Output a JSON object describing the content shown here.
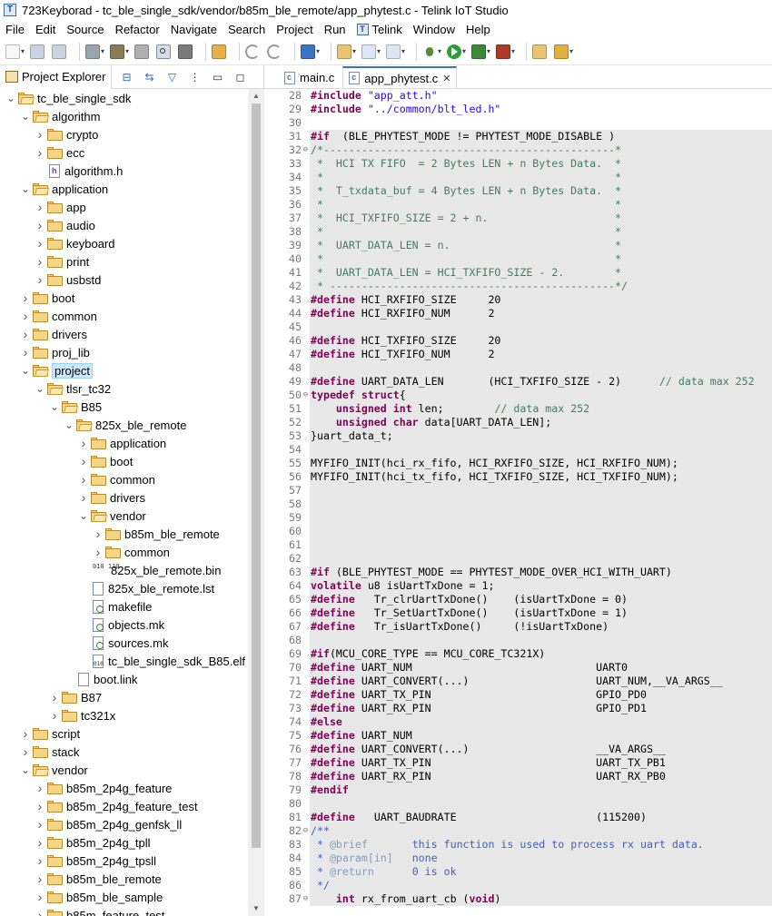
{
  "window": {
    "title": "723Keyborad - tc_ble_single_sdk/vendor/b85m_ble_remote/app_phytest.c - Telink IoT Studio"
  },
  "menu": [
    "File",
    "Edit",
    "Source",
    "Refactor",
    "Navigate",
    "Search",
    "Project",
    "Run",
    "Telink",
    "Window",
    "Help"
  ],
  "explorer": {
    "tab_label": "Project Explorer",
    "tree": [
      {
        "depth": 0,
        "tw": "v",
        "kind": "project",
        "label": "tc_ble_single_sdk"
      },
      {
        "depth": 1,
        "tw": "v",
        "kind": "folder",
        "label": "algorithm"
      },
      {
        "depth": 2,
        "tw": ">",
        "kind": "folder",
        "label": "crypto"
      },
      {
        "depth": 2,
        "tw": ">",
        "kind": "folder",
        "label": "ecc"
      },
      {
        "depth": 2,
        "tw": "",
        "kind": "h",
        "label": "algorithm.h"
      },
      {
        "depth": 1,
        "tw": "v",
        "kind": "folder",
        "label": "application"
      },
      {
        "depth": 2,
        "tw": ">",
        "kind": "folder",
        "label": "app"
      },
      {
        "depth": 2,
        "tw": ">",
        "kind": "folder",
        "label": "audio"
      },
      {
        "depth": 2,
        "tw": ">",
        "kind": "folder",
        "label": "keyboard"
      },
      {
        "depth": 2,
        "tw": ">",
        "kind": "folder",
        "label": "print"
      },
      {
        "depth": 2,
        "tw": ">",
        "kind": "folder",
        "label": "usbstd"
      },
      {
        "depth": 1,
        "tw": ">",
        "kind": "folder",
        "label": "boot"
      },
      {
        "depth": 1,
        "tw": ">",
        "kind": "folder",
        "label": "common"
      },
      {
        "depth": 1,
        "tw": ">",
        "kind": "folder",
        "label": "drivers"
      },
      {
        "depth": 1,
        "tw": ">",
        "kind": "folder",
        "label": "proj_lib"
      },
      {
        "depth": 1,
        "tw": "v",
        "kind": "folder",
        "label": "project",
        "selected": true
      },
      {
        "depth": 2,
        "tw": "v",
        "kind": "folder",
        "label": "tlsr_tc32"
      },
      {
        "depth": 3,
        "tw": "v",
        "kind": "folder",
        "label": "B85"
      },
      {
        "depth": 4,
        "tw": "v",
        "kind": "folder",
        "label": "825x_ble_remote"
      },
      {
        "depth": 5,
        "tw": ">",
        "kind": "folder",
        "label": "application"
      },
      {
        "depth": 5,
        "tw": ">",
        "kind": "folder",
        "label": "boot"
      },
      {
        "depth": 5,
        "tw": ">",
        "kind": "folder",
        "label": "common"
      },
      {
        "depth": 5,
        "tw": ">",
        "kind": "folder",
        "label": "drivers"
      },
      {
        "depth": 5,
        "tw": "v",
        "kind": "folder",
        "label": "vendor"
      },
      {
        "depth": 6,
        "tw": ">",
        "kind": "folder",
        "label": "b85m_ble_remote"
      },
      {
        "depth": 6,
        "tw": ">",
        "kind": "folder",
        "label": "common"
      },
      {
        "depth": 5,
        "tw": "",
        "kind": "bin",
        "label": "825x_ble_remote.bin"
      },
      {
        "depth": 5,
        "tw": "",
        "kind": "file",
        "label": "825x_ble_remote.lst"
      },
      {
        "depth": 5,
        "tw": "",
        "kind": "mk",
        "label": "makefile"
      },
      {
        "depth": 5,
        "tw": "",
        "kind": "mk",
        "label": "objects.mk"
      },
      {
        "depth": 5,
        "tw": "",
        "kind": "mk",
        "label": "sources.mk"
      },
      {
        "depth": 5,
        "tw": "",
        "kind": "elf",
        "label": "tc_ble_single_sdk_B85.elf"
      },
      {
        "depth": 4,
        "tw": "",
        "kind": "file",
        "label": "boot.link"
      },
      {
        "depth": 3,
        "tw": ">",
        "kind": "folder",
        "label": "B87"
      },
      {
        "depth": 3,
        "tw": ">",
        "kind": "folder",
        "label": "tc321x"
      },
      {
        "depth": 1,
        "tw": ">",
        "kind": "folder",
        "label": "script"
      },
      {
        "depth": 1,
        "tw": ">",
        "kind": "folder",
        "label": "stack"
      },
      {
        "depth": 1,
        "tw": "v",
        "kind": "folder",
        "label": "vendor"
      },
      {
        "depth": 2,
        "tw": ">",
        "kind": "folder",
        "label": "b85m_2p4g_feature"
      },
      {
        "depth": 2,
        "tw": ">",
        "kind": "folder",
        "label": "b85m_2p4g_feature_test"
      },
      {
        "depth": 2,
        "tw": ">",
        "kind": "folder",
        "label": "b85m_2p4g_genfsk_ll"
      },
      {
        "depth": 2,
        "tw": ">",
        "kind": "folder",
        "label": "b85m_2p4g_tpll"
      },
      {
        "depth": 2,
        "tw": ">",
        "kind": "folder",
        "label": "b85m_2p4g_tpsll"
      },
      {
        "depth": 2,
        "tw": ">",
        "kind": "folder",
        "label": "b85m_ble_remote"
      },
      {
        "depth": 2,
        "tw": ">",
        "kind": "folder",
        "label": "b85m_ble_sample"
      },
      {
        "depth": 2,
        "tw": ">",
        "kind": "folder",
        "label": "b85m_feature_test"
      }
    ]
  },
  "editor": {
    "tabs": [
      {
        "label": "main.c",
        "active": false
      },
      {
        "label": "app_phytest.c",
        "active": true,
        "close": "✕"
      }
    ],
    "lines": [
      {
        "n": 28,
        "hl": false,
        "t": [
          [
            "kw",
            "#include "
          ],
          [
            "st",
            "\"app_att.h\""
          ]
        ]
      },
      {
        "n": 29,
        "hl": false,
        "t": [
          [
            "kw",
            "#include "
          ],
          [
            "st",
            "\"../common/blt_led.h\""
          ]
        ]
      },
      {
        "n": 30,
        "hl": false,
        "t": []
      },
      {
        "n": 31,
        "hl": true,
        "t": [
          [
            "kw",
            "#if"
          ],
          [
            "",
            "  (BLE_PHYTEST_MODE != PHYTEST_MODE_DISABLE )"
          ]
        ]
      },
      {
        "n": 32,
        "hl": true,
        "f": "⊖",
        "t": [
          [
            "cm",
            "/*----------------------------------------------*"
          ]
        ]
      },
      {
        "n": 33,
        "hl": true,
        "t": [
          [
            "cm",
            " *  HCI TX FIFO  = 2 Bytes LEN + n Bytes Data.  *"
          ]
        ]
      },
      {
        "n": 34,
        "hl": true,
        "t": [
          [
            "cm",
            " *                                              *"
          ]
        ]
      },
      {
        "n": 35,
        "hl": true,
        "t": [
          [
            "cm",
            " *  T_txdata_buf = 4 Bytes LEN + n Bytes Data.  *"
          ]
        ]
      },
      {
        "n": 36,
        "hl": true,
        "t": [
          [
            "cm",
            " *                                              *"
          ]
        ]
      },
      {
        "n": 37,
        "hl": true,
        "t": [
          [
            "cm",
            " *  HCI_TXFIFO_SIZE = 2 + n.                    *"
          ]
        ]
      },
      {
        "n": 38,
        "hl": true,
        "t": [
          [
            "cm",
            " *                                              *"
          ]
        ]
      },
      {
        "n": 39,
        "hl": true,
        "t": [
          [
            "cm",
            " *  UART_DATA_LEN = n.                          *"
          ]
        ]
      },
      {
        "n": 40,
        "hl": true,
        "t": [
          [
            "cm",
            " *                                              *"
          ]
        ]
      },
      {
        "n": 41,
        "hl": true,
        "t": [
          [
            "cm",
            " *  UART_DATA_LEN = HCI_TXFIFO_SIZE - 2.        *"
          ]
        ]
      },
      {
        "n": 42,
        "hl": true,
        "t": [
          [
            "cm",
            " * ---------------------------------------------*/"
          ]
        ]
      },
      {
        "n": 43,
        "hl": true,
        "t": [
          [
            "kw",
            "#define"
          ],
          [
            "",
            " HCI_RXFIFO_SIZE     20"
          ]
        ]
      },
      {
        "n": 44,
        "hl": true,
        "t": [
          [
            "kw",
            "#define"
          ],
          [
            "",
            " HCI_RXFIFO_NUM      2"
          ]
        ]
      },
      {
        "n": 45,
        "hl": true,
        "t": []
      },
      {
        "n": 46,
        "hl": true,
        "t": [
          [
            "kw",
            "#define"
          ],
          [
            "",
            " HCI_TXFIFO_SIZE     20"
          ]
        ]
      },
      {
        "n": 47,
        "hl": true,
        "t": [
          [
            "kw",
            "#define"
          ],
          [
            "",
            " HCI_TXFIFO_NUM      2"
          ]
        ]
      },
      {
        "n": 48,
        "hl": true,
        "t": []
      },
      {
        "n": 49,
        "hl": true,
        "t": [
          [
            "kw",
            "#define"
          ],
          [
            "",
            " UART_DATA_LEN       (HCI_TXFIFO_SIZE - 2)      "
          ],
          [
            "cm",
            "// data max 252"
          ]
        ]
      },
      {
        "n": 50,
        "hl": true,
        "f": "⊖",
        "t": [
          [
            "kw",
            "typedef"
          ],
          [
            "",
            ""
          ],
          [
            "kw",
            " struct"
          ],
          [
            "",
            "{"
          ]
        ]
      },
      {
        "n": 51,
        "hl": true,
        "t": [
          [
            "",
            "    "
          ],
          [
            "kw",
            "unsigned int"
          ],
          [
            "",
            " len;        "
          ],
          [
            "cm",
            "// data max 252"
          ]
        ]
      },
      {
        "n": 52,
        "hl": true,
        "t": [
          [
            "",
            "    "
          ],
          [
            "kw",
            "unsigned char"
          ],
          [
            "",
            " data[UART_DATA_LEN];"
          ]
        ]
      },
      {
        "n": 53,
        "hl": true,
        "t": [
          [
            "",
            "}uart_data_t;"
          ]
        ]
      },
      {
        "n": 54,
        "hl": true,
        "t": []
      },
      {
        "n": 55,
        "hl": true,
        "t": [
          [
            "",
            "MYFIFO_INIT(hci_rx_fifo, HCI_RXFIFO_SIZE, HCI_RXFIFO_NUM);"
          ]
        ]
      },
      {
        "n": 56,
        "hl": true,
        "t": [
          [
            "",
            "MYFIFO_INIT(hci_tx_fifo, HCI_TXFIFO_SIZE, HCI_TXFIFO_NUM);"
          ]
        ]
      },
      {
        "n": 57,
        "hl": true,
        "t": []
      },
      {
        "n": 58,
        "hl": true,
        "t": []
      },
      {
        "n": 59,
        "hl": true,
        "t": []
      },
      {
        "n": 60,
        "hl": true,
        "t": []
      },
      {
        "n": 61,
        "hl": true,
        "t": []
      },
      {
        "n": 62,
        "hl": true,
        "t": []
      },
      {
        "n": 63,
        "hl": true,
        "t": [
          [
            "kw",
            "#if"
          ],
          [
            "",
            " (BLE_PHYTEST_MODE == PHYTEST_MODE_OVER_HCI_WITH_UART)"
          ]
        ]
      },
      {
        "n": 64,
        "hl": true,
        "t": [
          [
            "kw",
            "volatile"
          ],
          [
            "",
            " u8 isUartTxDone = 1;"
          ]
        ]
      },
      {
        "n": 65,
        "hl": true,
        "t": [
          [
            "kw",
            "#define"
          ],
          [
            "",
            "   Tr_clrUartTxDone()    (isUartTxDone = 0)"
          ]
        ]
      },
      {
        "n": 66,
        "hl": true,
        "t": [
          [
            "kw",
            "#define"
          ],
          [
            "",
            "   Tr_SetUartTxDone()    (isUartTxDone = 1)"
          ]
        ]
      },
      {
        "n": 67,
        "hl": true,
        "t": [
          [
            "kw",
            "#define"
          ],
          [
            "",
            "   Tr_isUartTxDone()     (!isUartTxDone)"
          ]
        ]
      },
      {
        "n": 68,
        "hl": true,
        "t": []
      },
      {
        "n": 69,
        "hl": true,
        "t": [
          [
            "kw",
            "#if"
          ],
          [
            "",
            "(MCU_CORE_TYPE == MCU_CORE_TC321X)"
          ]
        ]
      },
      {
        "n": 70,
        "hl": true,
        "t": [
          [
            "kw",
            "#define"
          ],
          [
            "",
            " UART_NUM                             UART0"
          ]
        ]
      },
      {
        "n": 71,
        "hl": true,
        "t": [
          [
            "kw",
            "#define"
          ],
          [
            "",
            " UART_CONVERT(...)                    UART_NUM,__VA_ARGS__"
          ]
        ]
      },
      {
        "n": 72,
        "hl": true,
        "t": [
          [
            "kw",
            "#define"
          ],
          [
            "",
            " UART_TX_PIN                          GPIO_PD0"
          ]
        ]
      },
      {
        "n": 73,
        "hl": true,
        "t": [
          [
            "kw",
            "#define"
          ],
          [
            "",
            " UART_RX_PIN                          GPIO_PD1"
          ]
        ]
      },
      {
        "n": 74,
        "hl": true,
        "t": [
          [
            "kw",
            "#else"
          ]
        ]
      },
      {
        "n": 75,
        "hl": true,
        "t": [
          [
            "kw",
            "#define"
          ],
          [
            "",
            " UART_NUM"
          ]
        ]
      },
      {
        "n": 76,
        "hl": true,
        "t": [
          [
            "kw",
            "#define"
          ],
          [
            "",
            " UART_CONVERT(...)                    __VA_ARGS__"
          ]
        ]
      },
      {
        "n": 77,
        "hl": true,
        "t": [
          [
            "kw",
            "#define"
          ],
          [
            "",
            " UART_TX_PIN                          UART_TX_PB1"
          ]
        ]
      },
      {
        "n": 78,
        "hl": true,
        "t": [
          [
            "kw",
            "#define"
          ],
          [
            "",
            " UART_RX_PIN                          UART_RX_PB0"
          ]
        ]
      },
      {
        "n": 79,
        "hl": true,
        "t": [
          [
            "kw",
            "#endif"
          ]
        ]
      },
      {
        "n": 80,
        "hl": true,
        "t": []
      },
      {
        "n": 81,
        "hl": true,
        "t": [
          [
            "kw",
            "#define"
          ],
          [
            "",
            "   UART_BAUDRATE                      (115200)"
          ]
        ]
      },
      {
        "n": 82,
        "hl": true,
        "f": "⊖",
        "t": [
          [
            "dc",
            "/**"
          ]
        ]
      },
      {
        "n": 83,
        "hl": true,
        "t": [
          [
            "dc",
            " * "
          ],
          [
            "dt",
            "@brief"
          ],
          [
            "dc",
            "       this function is used to process rx uart data."
          ]
        ]
      },
      {
        "n": 84,
        "hl": true,
        "t": [
          [
            "dc",
            " * "
          ],
          [
            "dt",
            "@param[in]"
          ],
          [
            "dc",
            "   none"
          ]
        ]
      },
      {
        "n": 85,
        "hl": true,
        "t": [
          [
            "dc",
            " * "
          ],
          [
            "dt",
            "@return"
          ],
          [
            "dc",
            "      0 is ok"
          ]
        ]
      },
      {
        "n": 86,
        "hl": true,
        "t": [
          [
            "dc",
            " */"
          ]
        ]
      },
      {
        "n": 87,
        "hl": true,
        "f": "⊖",
        "t": [
          [
            "",
            "    "
          ],
          [
            "kw",
            "int"
          ],
          [
            "",
            " rx_from_uart_cb ("
          ],
          [
            "kw",
            "void"
          ],
          [
            "",
            ")"
          ]
        ]
      }
    ]
  },
  "icons": {
    "toolbar": [
      "new-icon",
      "save-icon",
      "save-all-icon",
      "build-config-icon",
      "hammer-build-icon",
      "debug-config-icon",
      "search-icon",
      "link-icon",
      "burn-icon",
      "back-icon",
      "forward-icon",
      "open-type-icon",
      "new-c-project-icon",
      "new-source-file-icon",
      "new-class-icon",
      "debug-icon",
      "run-icon",
      "external-tools-icon",
      "profile-icon",
      "open-perspective-icon",
      "pin-icon"
    ]
  }
}
